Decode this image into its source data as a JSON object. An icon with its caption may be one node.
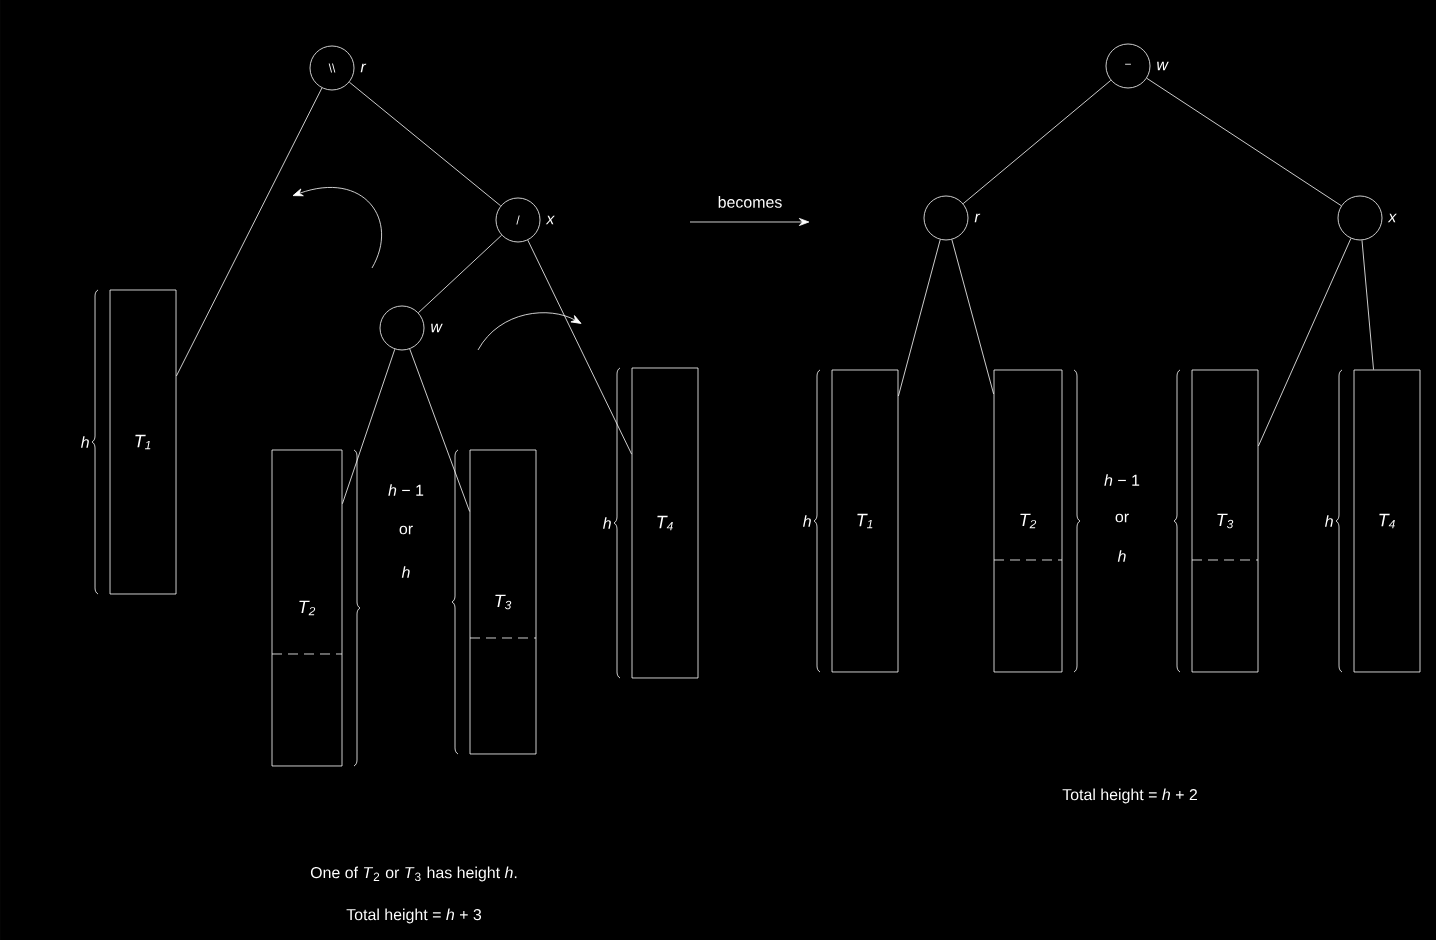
{
  "diagram": {
    "nodes": [
      {
        "text": [
          "\\\\"
        ],
        "beside": [
          "r"
        ]
      },
      {
        "text": [
          "/"
        ],
        "beside": [
          "x"
        ]
      },
      {
        "text": [],
        "shape": "circle",
        "beside": [
          "w"
        ]
      },
      {
        "text": [
          "T$_{1}$"
        ],
        "beside": [
          "h"
        ]
      },
      {
        "text": [
          "T$_{2}$"
        ]
      },
      {
        "text": [
          "T$_{3}$"
        ]
      },
      {
        "text": [
          "T$_{4}$"
        ],
        "beside": [
          "h"
        ]
      },
      {
        "text": [
          "−"
        ],
        "beside": [
          "w"
        ]
      },
      {
        "text": [],
        "shape": "circle",
        "beside": [
          "r"
        ]
      },
      {
        "text": [],
        "shape": "circle",
        "beside": [
          "x"
        ]
      },
      {
        "text": [
          "T$_{1}$"
        ],
        "beside": [
          "h"
        ]
      },
      {
        "text": [
          "T$_{2}$"
        ]
      },
      {
        "text": [
          "T$_{3}$"
        ]
      },
      {
        "text": [
          "T$_{4}$"
        ],
        "beside": [
          "h"
        ]
      }
    ],
    "edges": [
      {
        "from": 0,
        "to": 3,
        "arrow": "none"
      },
      {
        "from": 0,
        "to": 1,
        "arrow": "none"
      },
      {
        "from": 1,
        "to": 2,
        "arrow": "none"
      },
      {
        "from": 1,
        "to": 6,
        "arrow": "none"
      },
      {
        "from": 2,
        "to": 4,
        "arrow": "none"
      },
      {
        "from": 2,
        "to": 5,
        "arrow": "none"
      },
      {
        "from": 7,
        "to": 8,
        "arrow": "none"
      },
      {
        "from": 7,
        "to": 9,
        "arrow": "none"
      },
      {
        "from": 8,
        "to": 10,
        "arrow": "none"
      },
      {
        "from": 8,
        "to": 11,
        "arrow": "none"
      },
      {
        "from": 9,
        "to": 12,
        "arrow": "none"
      },
      {
        "from": 9,
        "to": 13,
        "arrow": "none"
      }
    ],
    "labels": [
      "becomes",
      "*h* − 1",
      "or",
      "*h*",
      "*h* − 1",
      "or",
      "*h*",
      "Total height = *h* + 2",
      "One of *T*$_{2}$ or *T*$_{3}$ has height *h*.",
      "Total height = *h* + 3"
    ]
  }
}
